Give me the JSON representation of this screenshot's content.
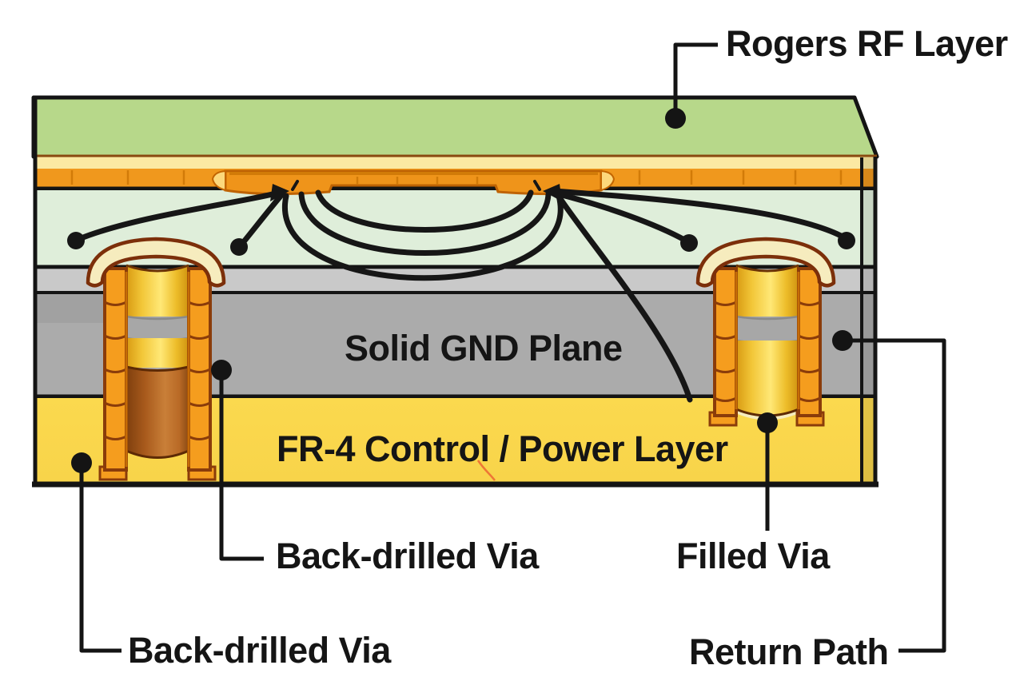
{
  "diagram": {
    "type": "pcb-stackup-cross-section",
    "labels": {
      "rogers_rf_layer": "Rogers RF Layer",
      "solid_gnd_plane": "Solid GND Plane",
      "fr4_layer": "FR-4 Control / Power Layer",
      "back_drilled_via_mid": "Back-drilled Via",
      "back_drilled_via_bottom": "Back-drilled Via",
      "filled_via": "Filled Via",
      "return_path": "Return Path"
    },
    "colors": {
      "rogers_top_green": "#b7d88a",
      "solder_strip_yellow": "#fbe9a2",
      "copper_orange": "#f0981d",
      "trace_orange": "#ef941a",
      "dielectric_pale_green": "#dfeeda",
      "prepreg_gray": "#c9c9c9",
      "gnd_gray": "#ababab",
      "fr4_yellow": "#fbd94e",
      "via_barrel_orange": "#f59d1e",
      "via_gold": "#ffe876",
      "via_copper_fill": "#c97f38",
      "outline_black": "#141414",
      "background": "#ffffff"
    }
  }
}
